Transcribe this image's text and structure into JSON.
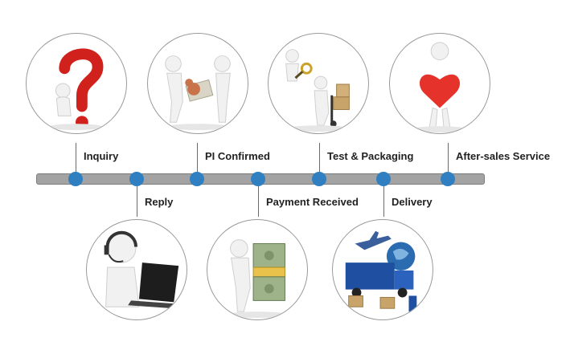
{
  "colors": {
    "bar": "#a3a3a3",
    "node": "#2f7fc1",
    "stem": "#6b6b6b",
    "label": "#222222"
  },
  "steps": [
    {
      "label": "Inquiry",
      "icon": "question-mark-person-icon"
    },
    {
      "label": "Reply",
      "icon": "headset-laptop-person-icon"
    },
    {
      "label": "PI Confirmed",
      "icon": "handshake-document-icon"
    },
    {
      "label": "Payment Received",
      "icon": "cash-stack-person-icon"
    },
    {
      "label": "Test & Packaging",
      "icon": "magnifier-boxes-icon"
    },
    {
      "label": "Delivery",
      "icon": "airplane-truck-globe-icon"
    },
    {
      "label": "After-sales Service",
      "icon": "person-heart-icon"
    }
  ]
}
